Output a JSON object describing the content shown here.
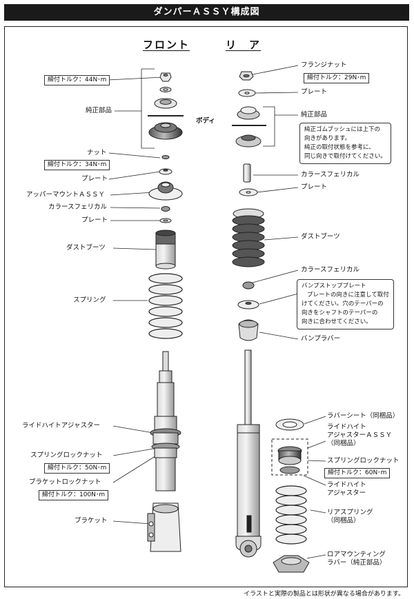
{
  "title": "ダンパーＡＳＳＹ構成図",
  "columns": {
    "front": "フロント",
    "rear": "リ　ア"
  },
  "body_label": "ボディ",
  "front_labels": {
    "torque_44": "締付トルク：44N･m",
    "genuine": "純正部品",
    "nut": "ナット",
    "torque_34": "締付トルク：34N･m",
    "plate1": "プレート",
    "upper_mount": "アッパーマウントＡＳＳＹ",
    "collar": "カラースフェリカル",
    "plate2": "プレート",
    "dust_boot": "ダストブーツ",
    "spring": "スプリング",
    "ride_height": "ライドハイトアジャスター",
    "spring_lock": "スプリングロックナット",
    "torque_50": "締付トルク：50N･m",
    "bracket_lock": "ブラケットロックナット",
    "torque_100": "締付トルク：100N･m",
    "bracket": "ブラケット"
  },
  "rear_labels": {
    "flange_nut": "フランジナット",
    "torque_29": "締付トルク：29N･m",
    "plate1": "プレート",
    "genuine": "純正部品",
    "genuine_note": [
      "純正ゴムブッシュには上下の",
      "向きがあります。",
      "純正の取付状態を参考に、",
      "同じ向きで取付けてください。"
    ],
    "collar1": "カラースフェリカル",
    "plate2": "プレート",
    "dust_boot": "ダストブーツ",
    "collar2": "カラースフェリカル",
    "bump_stop_title": "バンプストッププレート",
    "bump_stop_note": [
      "プレートの向きに注意して取付",
      "けてください。穴のテーパーの",
      "向きをシャフトのテーパーの",
      "向きに合わせてください。"
    ],
    "bump_rubber": "バンプラバー",
    "rubber_sheet": "ラバーシート（同梱品）",
    "ride_height_assy": [
      "ライドハイト",
      "アジャスターＡＳＳＹ",
      "（同梱品）"
    ],
    "spring_lock": "スプリングロックナット",
    "torque_60": "締付トルク：60N･m",
    "ride_height": [
      "ライドハイト",
      "アジャスター"
    ],
    "rear_spring": [
      "リアスプリング",
      "（同梱品）"
    ],
    "lower_mount": [
      "ロアマウンティング",
      "ラバー（純正部品）"
    ]
  },
  "footer": "イラストと実際の製品とは形状が異なる場合があります。"
}
